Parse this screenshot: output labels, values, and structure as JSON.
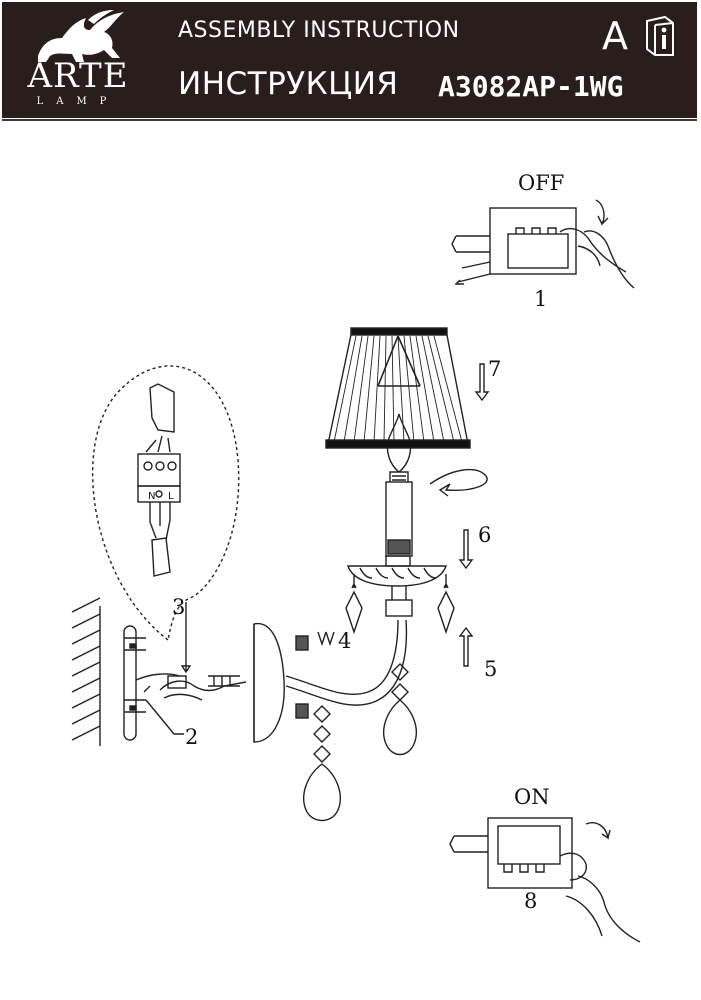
{
  "header": {
    "brand": "ARTE",
    "brand_sub": "LAMP",
    "title_en": "ASSEMBLY INSTRUCTION",
    "title_ru": "ИНСТРУКЦИЯ",
    "lang": "A",
    "model": "A3082AP-1WG"
  },
  "diagram": {
    "switch_off_label": "OFF",
    "switch_on_label": "ON",
    "terminal_labels": [
      "N",
      "L"
    ],
    "steps": [
      "1",
      "2",
      "3",
      "4",
      "5",
      "6",
      "7",
      "8"
    ]
  }
}
